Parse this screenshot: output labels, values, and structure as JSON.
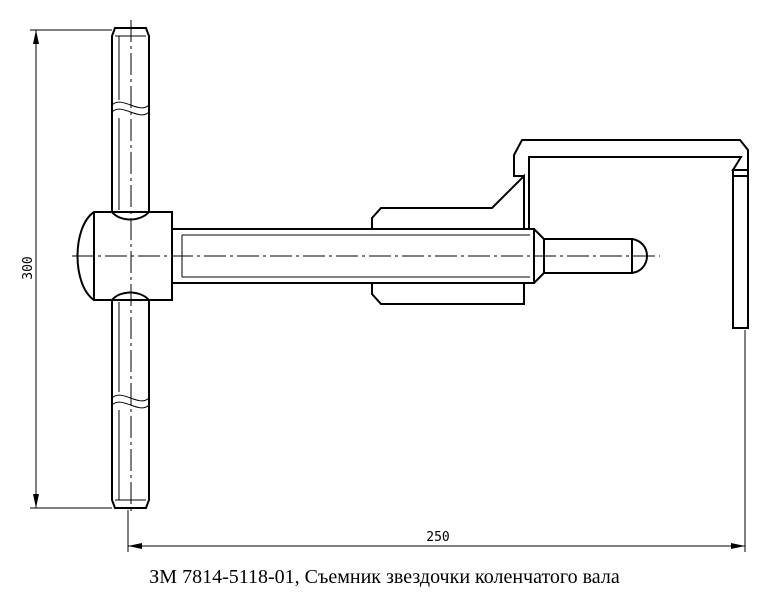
{
  "drawing": {
    "dimensions": {
      "height": "300",
      "width": "250"
    },
    "parts": [
      "t-handle",
      "threaded-screw",
      "nut-sleeve",
      "cup-housing"
    ]
  },
  "caption": "ЗМ 7814-5118-01, Съемник звездочки коленчатого вала"
}
